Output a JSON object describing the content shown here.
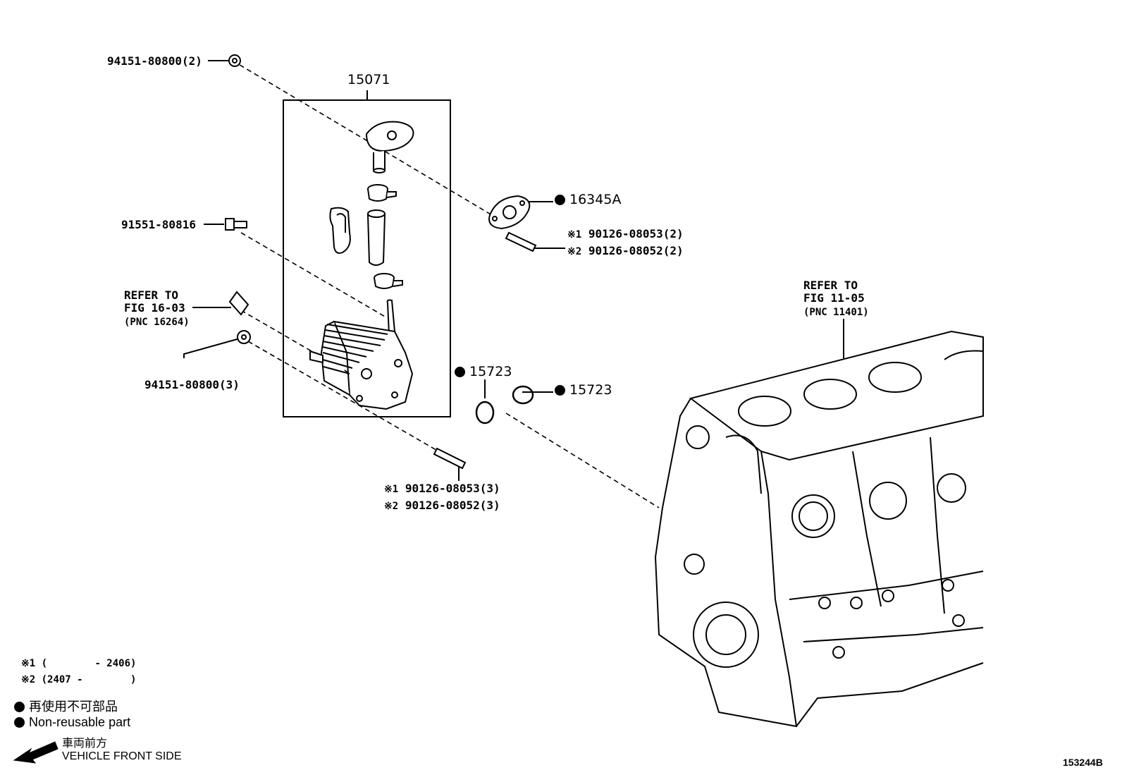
{
  "callouts": {
    "nut_top": "94151-80800(2)",
    "kit": "15071",
    "gasket": "16345A",
    "stud_top_1": "90126-08053(2)",
    "stud_top_2": "90126-08052(2)",
    "bolt": "91551-80816",
    "refer_left_1": "REFER TO",
    "refer_left_2": "FIG 16-03",
    "refer_left_3": "(PNC 16264)",
    "nut_bottom": "94151-80800(3)",
    "oring_left": "15723",
    "oring_right": "15723",
    "stud_bot_1": "90126-08053(3)",
    "stud_bot_2": "90126-08052(3)",
    "refer_right_1": "REFER TO",
    "refer_right_2": "FIG 11-05",
    "refer_right_3": "(PNC 11401)"
  },
  "marks": {
    "m1": "※1",
    "m2": "※2"
  },
  "legend": {
    "range1": "※1 (        - 2406)",
    "range2": "※2 (2407 -        )",
    "nonreusable_jp": "再使用不可部品",
    "nonreusable_en": "Non-reusable part",
    "front_jp": "車両前方",
    "front_en": "VEHICLE FRONT SIDE"
  },
  "figure_id": "153244B"
}
